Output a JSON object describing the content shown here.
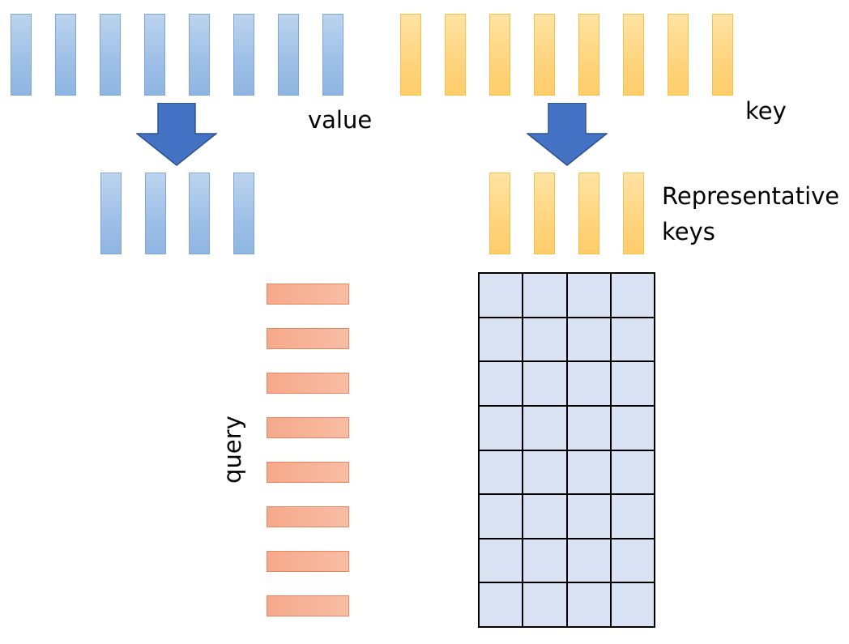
{
  "labels": {
    "value": "value",
    "key": "key",
    "representative_keys_line1": "Representative",
    "representative_keys_line2": "keys",
    "query": "query"
  },
  "colors": {
    "value_bar": "#9dbfe6",
    "key_bar": "#ffd47e",
    "query_bar": "#f5a98a",
    "arrow": "#4472c4",
    "grid_cell": "#dae3f3",
    "grid_line": "#000000"
  },
  "counts": {
    "value_vectors": 8,
    "key_vectors": 8,
    "representative_values": 4,
    "representative_keys": 4,
    "query_vectors": 8,
    "grid_rows": 8,
    "grid_cols": 4
  }
}
